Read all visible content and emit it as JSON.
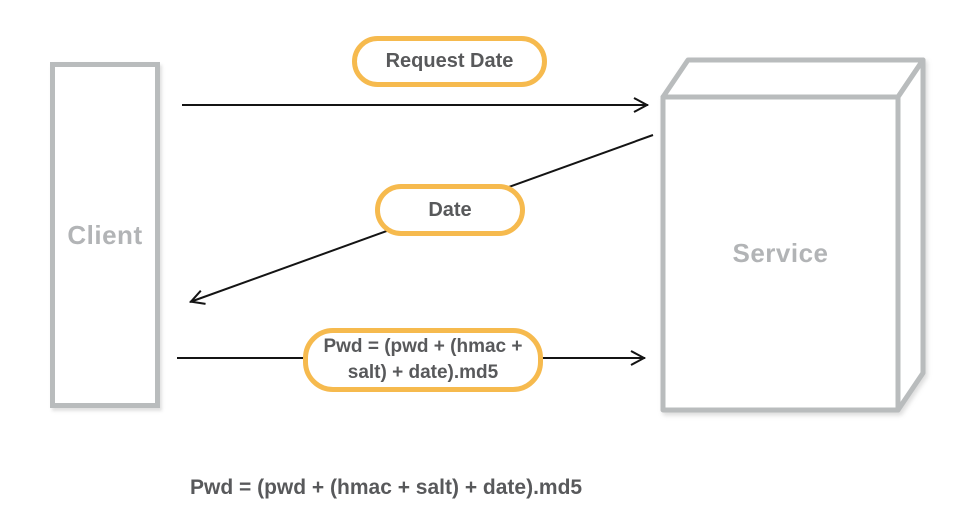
{
  "diagram": {
    "background": "#ffffff",
    "colors": {
      "accent_pill_border": "#f6ba4e",
      "node_border_gray": "#b9bcbd",
      "node_label_gray": "#b2b4b6",
      "pill_text": "#58595b",
      "arrow_black": "#141414"
    },
    "nodes": {
      "client": {
        "label": "Client",
        "shape": "rectangle"
      },
      "service": {
        "label": "Service",
        "shape": "3d-box"
      }
    },
    "messages": [
      {
        "label": "Request Date",
        "direction": "client-to-service"
      },
      {
        "label": "Date",
        "direction": "service-to-client"
      },
      {
        "label": "Pwd = (pwd + (hmac + salt) + date).md5",
        "direction": "client-to-service"
      }
    ],
    "caption": "Pwd = (pwd + (hmac + salt) + date).md5"
  }
}
